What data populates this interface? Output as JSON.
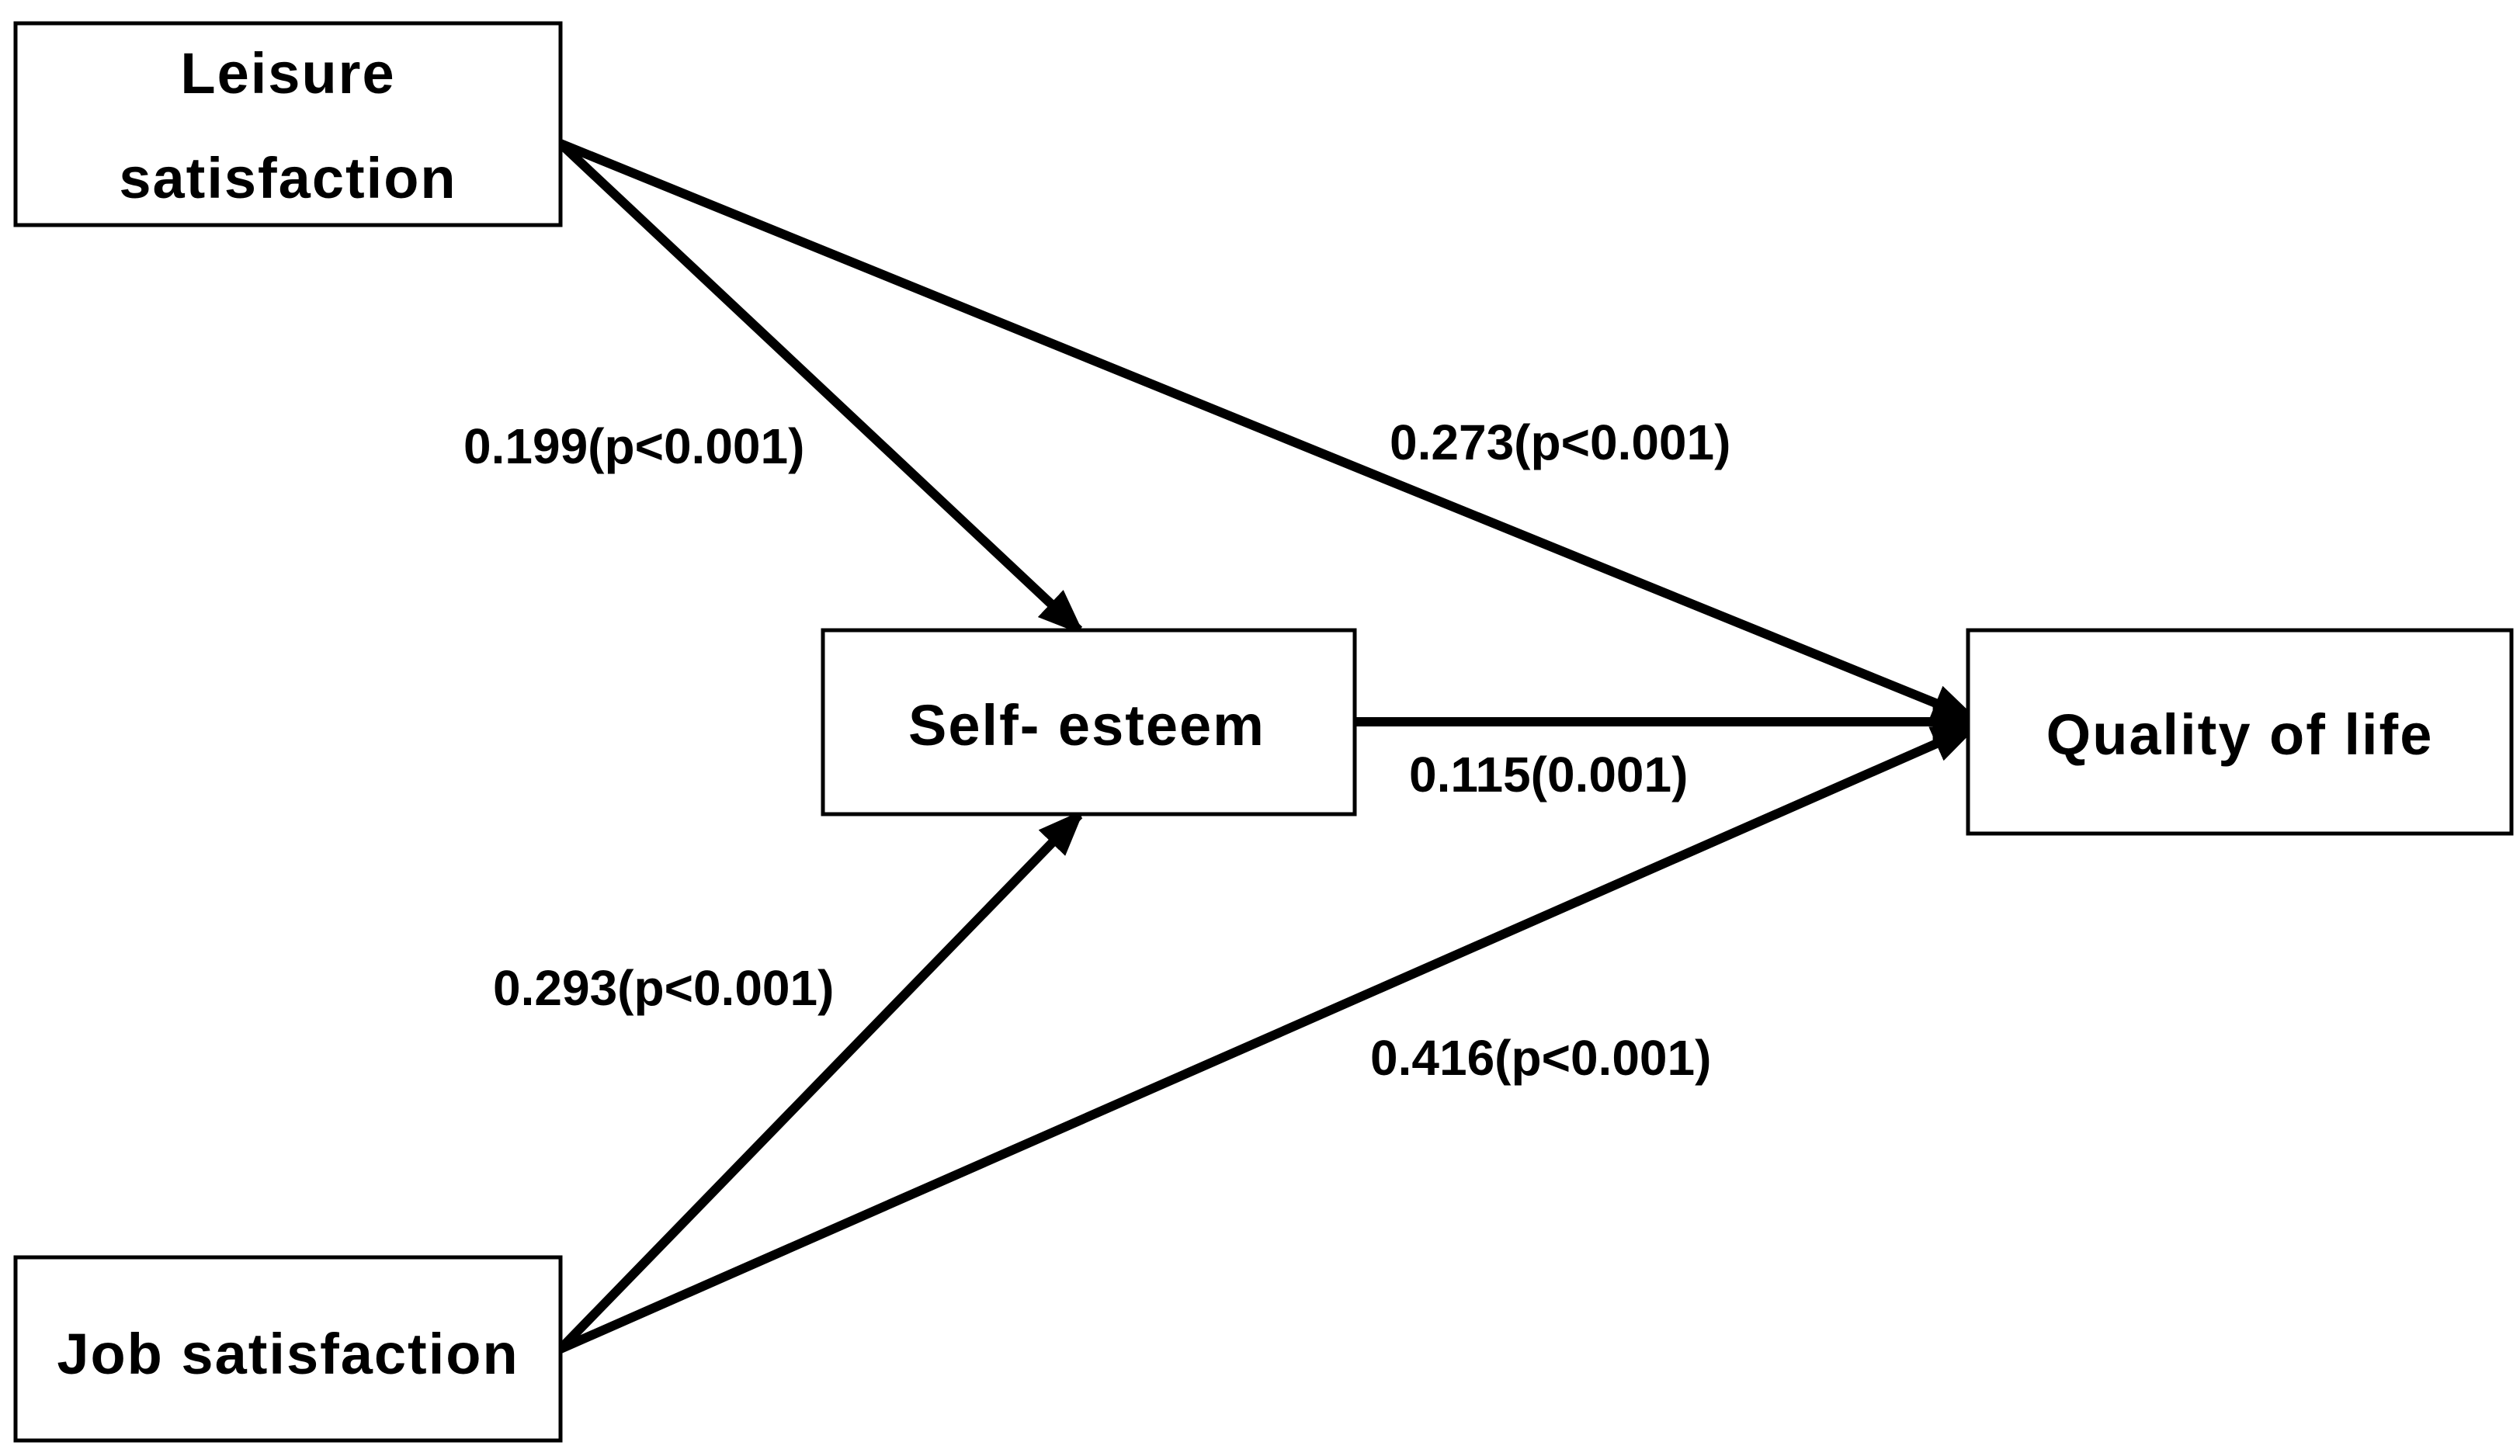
{
  "nodes": {
    "leisure": {
      "line1": "Leisure",
      "line2": "satisfaction"
    },
    "self_esteem": {
      "label": "Self- esteem"
    },
    "quality": {
      "label": "Quality  of  life"
    },
    "job": {
      "label": "Job  satisfaction"
    }
  },
  "edges": {
    "leisure_to_self_esteem": "0.199(p<0.001)",
    "leisure_to_quality": "0.273(p<0.001)",
    "self_esteem_to_quality": "0.115(0.001)",
    "job_to_self_esteem": "0.293(p<0.001)",
    "job_to_quality": "0.416(p<0.001)"
  }
}
